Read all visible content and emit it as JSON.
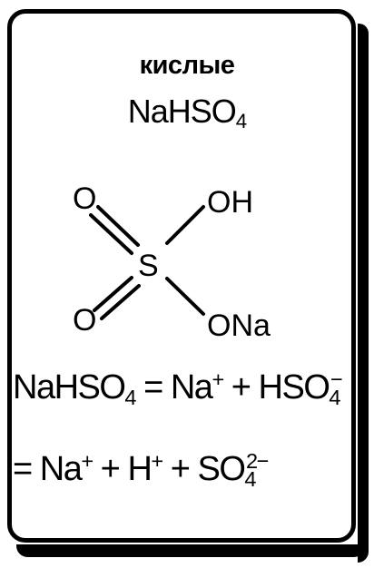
{
  "title": "кислые",
  "formula": {
    "main": "NaHSO",
    "sub": "4"
  },
  "molecule": {
    "center": "S",
    "top_left": "O",
    "bottom_left": "O",
    "top_right": "OH",
    "bottom_right": "ONa"
  },
  "equation_1": {
    "lhs_main": "NaHSO",
    "lhs_sub": "4",
    "equals": "=",
    "cation": "Na",
    "cation_charge": "+",
    "plus": "+",
    "anion_main": "HSO",
    "anion_sub": "4",
    "anion_charge": "−"
  },
  "equation_2": {
    "equals": "=",
    "ion1": "Na",
    "ion1_charge": "+",
    "plus1": "+",
    "ion2": "H",
    "ion2_charge": "+",
    "plus2": "+",
    "ion3_main": "SO",
    "ion3_sub": "4",
    "ion3_charge": "2−"
  }
}
